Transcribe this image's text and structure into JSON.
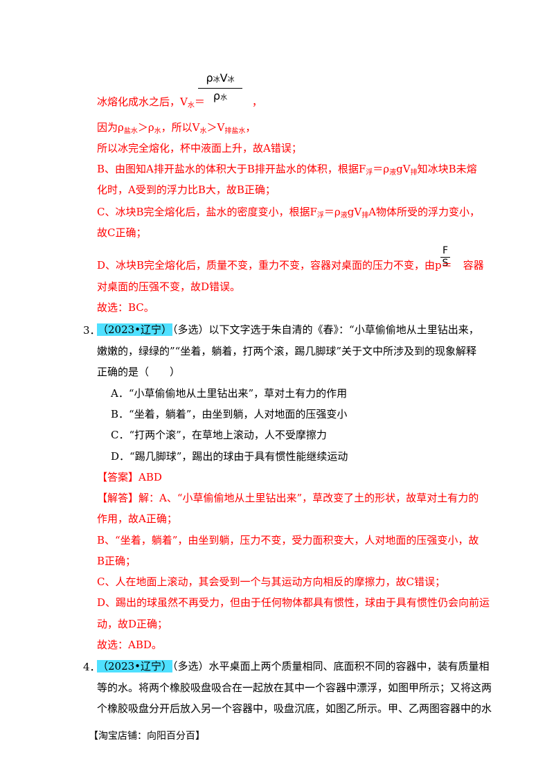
{
  "lines": {
    "l1": "冰熔化成水之后，V",
    "l1_sub": "水",
    "l1_eq": "＝",
    "l1_tail": "，",
    "frac1_num": "ρ",
    "frac1_num_sub": "冰",
    "frac1_num_v": "V",
    "frac1_num_vsub": "冰",
    "frac1_den": "ρ",
    "frac1_den_sub": "水",
    "l2a": "因为ρ",
    "l2a_sub": "盐水",
    "l2b": "＞ρ",
    "l2b_sub": "水",
    "l2c": "，所以V",
    "l2c_sub": "水",
    "l2d": "＞V",
    "l2d_sub": "排盐水",
    "l2e": "，",
    "l3": "所以冰完全熔化，杯中液面上升，故A错误；",
    "l4a": "B、由图知A排开盐水的体积大于B排开盐水的体积，根据F",
    "l4a_sub": "浮",
    "l4b": "＝ρ",
    "l4b_sub": "液",
    "l4c": "gV",
    "l4c_sub": "排",
    "l4d": "知冰块B未熔",
    "l5": "化时，A受到的浮力比B大，故B正确；",
    "l6a": "C、冰块B完全熔化后，盐水的密度变小，根据F",
    "l6a_sub": "浮",
    "l6b": "＝ρ",
    "l6b_sub": "液",
    "l6c": "gV",
    "l6c_sub": "排",
    "l6d": "A物体所受的浮力变小，",
    "l7": "故C正确；",
    "l8a": "D、冰块B完全熔化后，质量不变，重力不变，容器对桌面的压力不变，由p＝",
    "frac2_num": "F",
    "frac2_den": "S",
    "l8b": "容器",
    "l9": "对桌面的压强不变，故D错误。",
    "l10": "故选：BC。"
  },
  "q3": {
    "num": "3．",
    "tag": "（2023•辽宁）",
    "stem1": "（多选）以下文字选于朱自清的《春》：“小草偷偷地从土里钻出来，",
    "stem2": "嫩嫩的，绿绿的”“坐着，躺着，打两个滚，踢几脚球”关于文中所涉及到的现象解释",
    "stem3": "正确的是（　　）",
    "optA": "A．“小草偷偷地从土里钻出来”，草对土有力的作用",
    "optB": "B．“坐着，躺着”，由坐到躺，人对地面的压强变小",
    "optC": "C．“打两个滚”，在草地上滚动，人不受摩擦力",
    "optD": "D．“踢几脚球”，踢出的球由于具有惯性能继续运动",
    "answer": "【答案】ABD",
    "jieda_label": "【解答】",
    "jieda1": "解：A、“小草偷偷地从土里钻出来”，草改变了土的形状，故草对土有力的",
    "jieda2": "作用，故A正确；",
    "jieda3": "B、“坐着，躺着”，由坐到躺，压力不变，受力面积变大，人对地面的压强变小，故",
    "jieda4": "B正确；",
    "jieda5": "C、人在地面上滚动，其会受到一个与其运动方向相反的摩擦力，故C错误；",
    "jieda6": "D、踢出的球虽然不再受力，但由于任何物体都具有惯性，球由于具有惯性仍会向前运",
    "jieda7": "动，故D正确；",
    "jieda8": "故选：ABD。"
  },
  "q4": {
    "num": "4．",
    "tag": "（2023•辽宁）",
    "stem1": "（多选）水平桌面上两个质量相同、底面积不同的容器中，装有质量相",
    "stem2": "等的水。将两个橡胶吸盘吸合在一起放在其中一个容器中漂浮，如图甲所示；又将这两",
    "stem3": "个橡胶吸盘分开后放入另一个容器中，吸盘沉底，如图乙所示。甲、乙两图容器中的水"
  },
  "footer": "【淘宝店铺：向阳百分百】",
  "colors": {
    "answer_red": "#ff0000",
    "highlight": "#4fe0ff"
  }
}
